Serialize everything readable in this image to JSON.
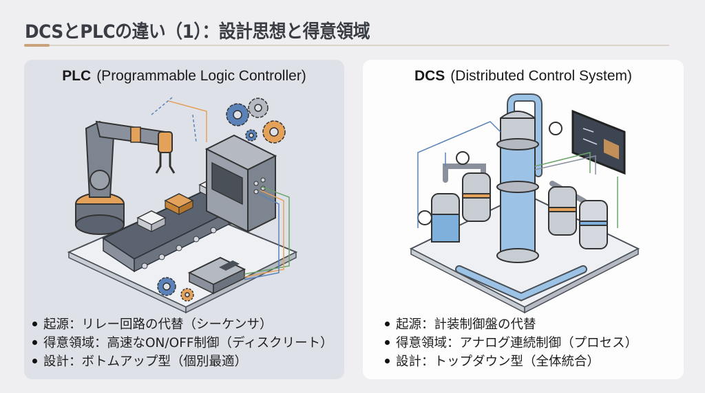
{
  "slide": {
    "title": "DCSとPLCの違い（1）：設計思想と得意領域",
    "accent_color": "#c9a27c"
  },
  "panels": {
    "plc": {
      "abbr": "PLC",
      "full": "(Programmable Logic Controller)",
      "illustration": "robot-arm-conveyor-controller-illustration",
      "bullets": [
        "起源：リレー回路の代替（シーケンサ）",
        "得意領域：高速なON/OFF制御（ディスクリート）",
        "設計：ボトムアップ型（個別最適）"
      ]
    },
    "dcs": {
      "abbr": "DCS",
      "full": "(Distributed Control System)",
      "illustration": "process-plant-tanks-pipes-monitor-illustration",
      "bullets": [
        "起源：計装制御盤の代替",
        "得意領域：アナログ連続制御（プロセス）",
        "設計：トップダウン型（全体統合）"
      ]
    }
  }
}
